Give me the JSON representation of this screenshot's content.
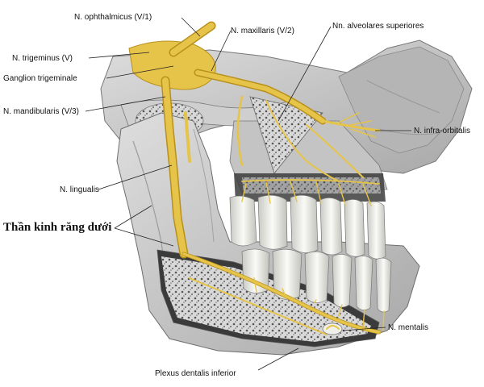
{
  "labels": {
    "ophthalmicus": "N. ophthalmicus (V/1)",
    "maxillaris": "N. maxillaris (V/2)",
    "alveolares": "Nn. alveolares superiores",
    "trigeminus": "N. trigeminus (V)",
    "ganglion": "Ganglion trigeminale",
    "mandibularis": "N. mandibularis (V/3)",
    "infraorbitalis": "N. infra-orbitalis",
    "lingualis": "N. lingualis",
    "viet_title": "Thần kinh răng dưới",
    "mentalis": "N. mentalis",
    "plexus": "Plexus dentalis inferior"
  },
  "colors": {
    "nerve": "#e6c44a",
    "nerve_edge": "#b8901c",
    "bone": "#c9c9c9",
    "bone_dark": "#8c8c8c",
    "tooth": "#f2f2ee",
    "leader": "#222222"
  }
}
